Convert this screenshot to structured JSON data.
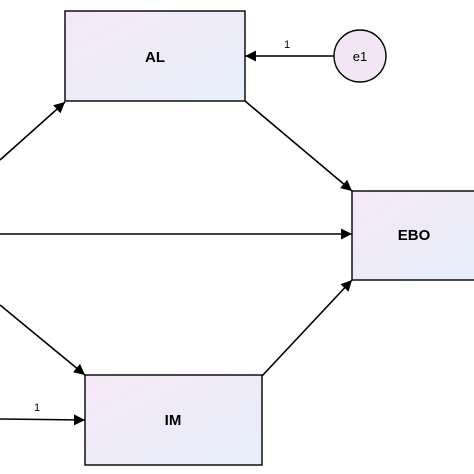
{
  "diagram": {
    "nodes": {
      "al": {
        "label": "AL"
      },
      "ebo": {
        "label": "EBO"
      },
      "im": {
        "label": "IM"
      },
      "e1": {
        "label": "e1"
      }
    },
    "edges": {
      "e1_to_al": {
        "weight": "1"
      },
      "in_to_im": {
        "weight": "1"
      }
    },
    "colors": {
      "box_fill_left": "#f4e6f4",
      "box_fill_right": "#e8eefa",
      "circle_fill": "#f2e6f5",
      "stroke": "#000000"
    }
  }
}
